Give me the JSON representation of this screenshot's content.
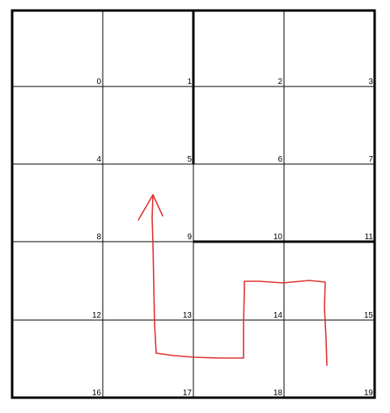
{
  "grid": {
    "cell_labels": [
      "0",
      "1",
      "2",
      "3",
      "4",
      "5",
      "6",
      "7",
      "8",
      "9",
      "10",
      "11",
      "12",
      "13",
      "14",
      "15",
      "16",
      "17",
      "18",
      "19"
    ]
  },
  "colors": {
    "grid_line": "#000000",
    "path_stroke": "#e03030",
    "background": "#ffffff"
  }
}
